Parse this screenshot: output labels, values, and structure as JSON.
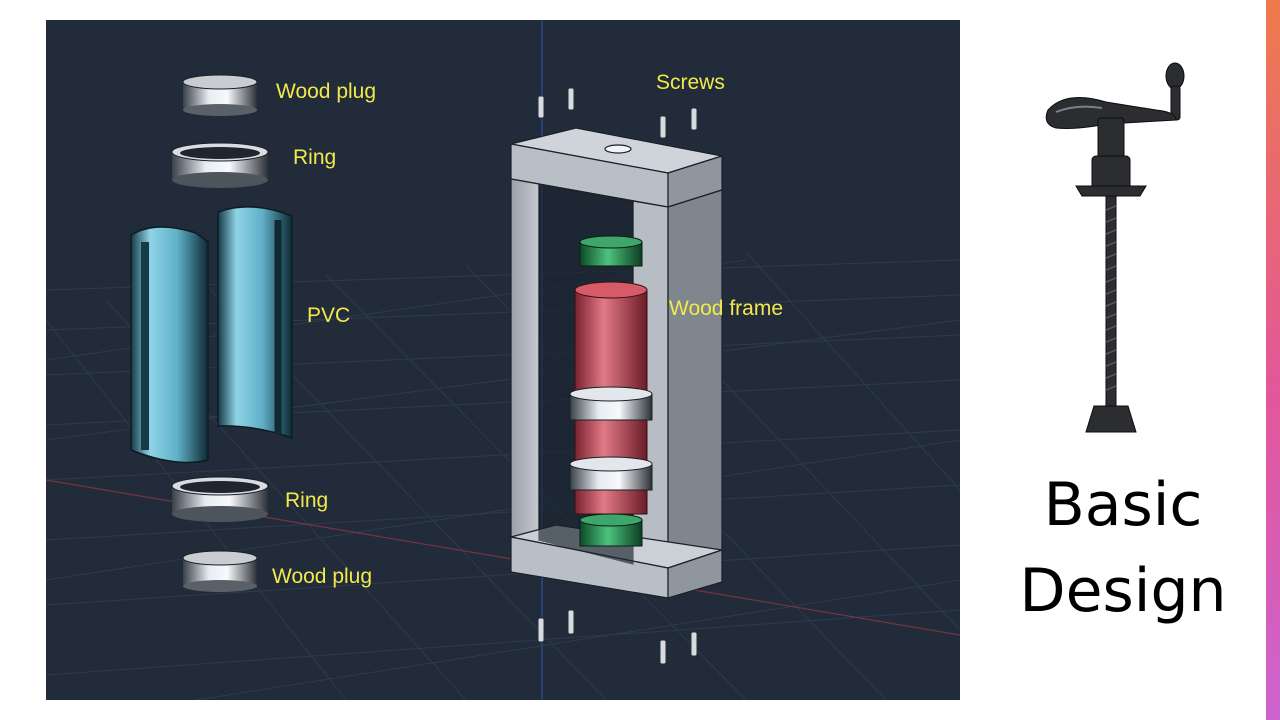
{
  "slide": {
    "title_line1": "Basic",
    "title_line2": "Design",
    "accent_colors": [
      "#ee7a4c",
      "#e2579a",
      "#cc63cf"
    ]
  },
  "diagram": {
    "background": "#212b3a",
    "labels": {
      "wood_plug_top": "Wood plug",
      "ring_top": "Ring",
      "pvc": "PVC",
      "ring_bottom": "Ring",
      "wood_plug_bottom": "Wood plug",
      "screws": "Screws",
      "wood_frame": "Wood frame"
    },
    "part_colors": {
      "wood_plug": "#c9ccd1",
      "ring": "#d8dde3",
      "pvc": "#6fb7cc",
      "frame": "#b3b9c0",
      "inner_core": "#d65a67",
      "green_disc": "#2f9a5a"
    }
  },
  "photo": {
    "subject": "screw-clamp-photo"
  }
}
